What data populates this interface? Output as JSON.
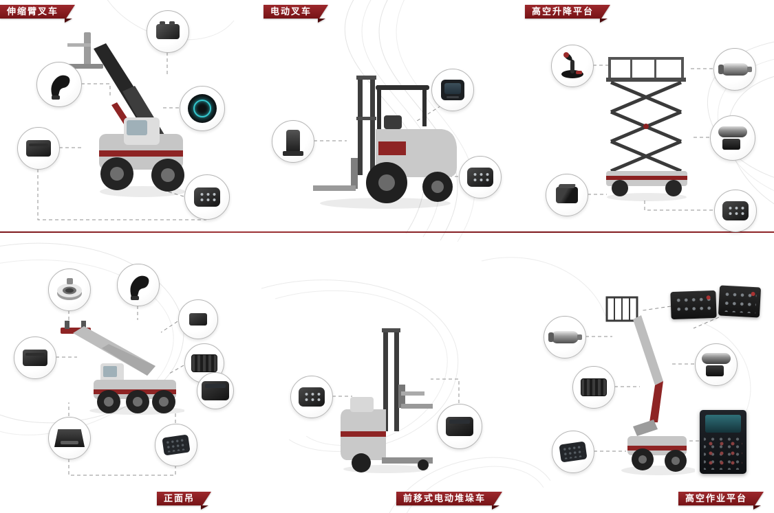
{
  "diagram": {
    "background_color": "#ffffff",
    "accent_color": "#8a1c20",
    "display_ring_color": "#35c8cf",
    "divider": {
      "color": "#8e2326",
      "position": "horizontal-middle"
    },
    "sections": [
      {
        "id": "telescopic-boom-forklift",
        "label": "伸缩臂叉车",
        "label_position": "top-left",
        "vehicle": "telescopic-boom-forklift",
        "components": [
          "controller-box",
          "joystick-grip",
          "control-module",
          "instrument-display",
          "connector-plate"
        ]
      },
      {
        "id": "electric-forklift",
        "label": "电动叉车",
        "label_position": "top-center",
        "vehicle": "electric-counterbalance-forklift",
        "components": [
          "display-unit",
          "drive-controller",
          "connector-plate"
        ]
      },
      {
        "id": "scissor-lift",
        "label": "高空升降平台",
        "label_position": "top-right",
        "vehicle": "scissor-lift-platform",
        "components": [
          "joystick-controller",
          "dc-motor",
          "hydraulic-power-unit",
          "control-block",
          "connector-plate"
        ]
      },
      {
        "id": "reach-stacker",
        "label": "正面吊",
        "label_position": "bottom-left",
        "vehicle": "reach-stacker-crane",
        "components": [
          "rotary-sensor",
          "grip-handle",
          "junction-box",
          "control-module",
          "power-module",
          "power-module-2",
          "vehicle-controller",
          "keypad-panel"
        ]
      },
      {
        "id": "electric-reach-truck",
        "label": "前移式电动堆垛车",
        "label_position": "bottom-center",
        "vehicle": "electric-reach-stacker-truck",
        "components": [
          "connector-plate",
          "battery-module"
        ]
      },
      {
        "id": "articulated-boom-lift",
        "label": "高空作业平台",
        "label_position": "bottom-right",
        "vehicle": "articulated-boom-lift",
        "components": [
          "control-panel-left",
          "control-panel-right",
          "dc-motor",
          "power-module",
          "hydraulic-pump",
          "control-keypad",
          "platform-control-box"
        ]
      }
    ]
  }
}
